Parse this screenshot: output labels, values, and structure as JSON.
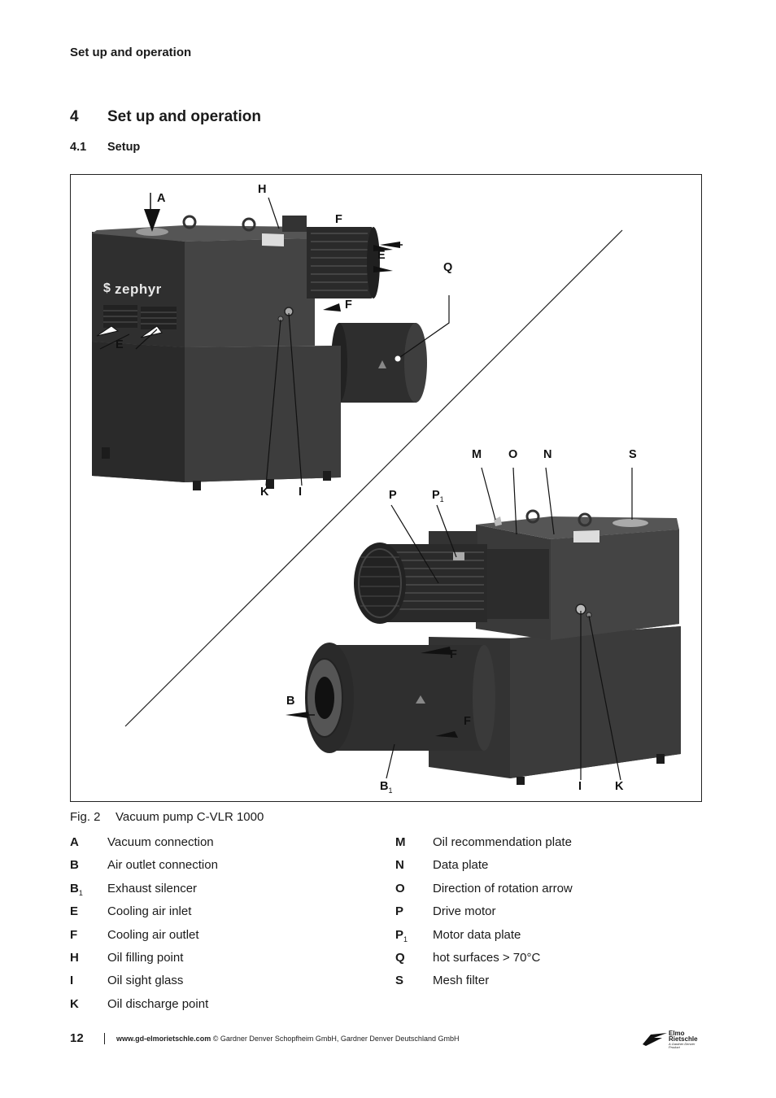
{
  "header": {
    "running_title": "Set up and operation"
  },
  "chapter": {
    "number": "4",
    "title": "Set up and operation"
  },
  "section": {
    "number": "4.1",
    "title": "Setup"
  },
  "figure": {
    "brand_on_pump": "zephyr",
    "labels": {
      "A": "A",
      "H": "H",
      "F_top": "F",
      "E_right": "E",
      "Q": "Q",
      "F_mid": "F",
      "E_left": "E",
      "K_top": "K",
      "I_top": "I",
      "M": "M",
      "O": "O",
      "N": "N",
      "S": "S",
      "P": "P",
      "P1_main": "P",
      "P1_sub": "1",
      "F_low1": "F",
      "B": "B",
      "F_low2": "F",
      "B1_main": "B",
      "B1_sub": "1",
      "I_bottom": "I",
      "K_bottom": "K"
    },
    "caption_number": "Fig. 2",
    "caption_text": "Vacuum pump  C-VLR 1000"
  },
  "legend": {
    "left": [
      {
        "key": "A",
        "sub": "",
        "text": "Vacuum connection"
      },
      {
        "key": "B",
        "sub": "",
        "text": "Air outlet connection"
      },
      {
        "key": "B",
        "sub": "1",
        "text": "Exhaust silencer"
      },
      {
        "key": "E",
        "sub": "",
        "text": "Cooling air inlet"
      },
      {
        "key": "F",
        "sub": "",
        "text": "Cooling air outlet"
      },
      {
        "key": "H",
        "sub": "",
        "text": "Oil filling point"
      },
      {
        "key": "I",
        "sub": "",
        "text": "Oil sight glass"
      },
      {
        "key": "K",
        "sub": "",
        "text": "Oil discharge point"
      }
    ],
    "right": [
      {
        "key": "M",
        "sub": "",
        "text": "Oil recommendation plate"
      },
      {
        "key": "N",
        "sub": "",
        "text": "Data plate"
      },
      {
        "key": "O",
        "sub": "",
        "text": "Direction of rotation arrow"
      },
      {
        "key": "P",
        "sub": "",
        "text": "Drive motor"
      },
      {
        "key": "P",
        "sub": "1",
        "text": "Motor data plate"
      },
      {
        "key": "Q",
        "sub": "",
        "text": "hot surfaces > 70°C"
      },
      {
        "key": "S",
        "sub": "",
        "text": "Mesh filter"
      }
    ]
  },
  "footer": {
    "page_number": "12",
    "website": "www.gd-elmorietschle.com",
    "copyright": " © Gardner Denver Schopfheim GmbH, Gardner Denver Deutschland GmbH",
    "logo_line1": "Elmo",
    "logo_line2": "Rietschle",
    "logo_tagline": "A Gardner Denver Product"
  },
  "colors": {
    "pump_body": "#3a3a3a",
    "pump_dark": "#262626",
    "pump_light": "#5a5a5a",
    "text": "#1a1a1a"
  }
}
